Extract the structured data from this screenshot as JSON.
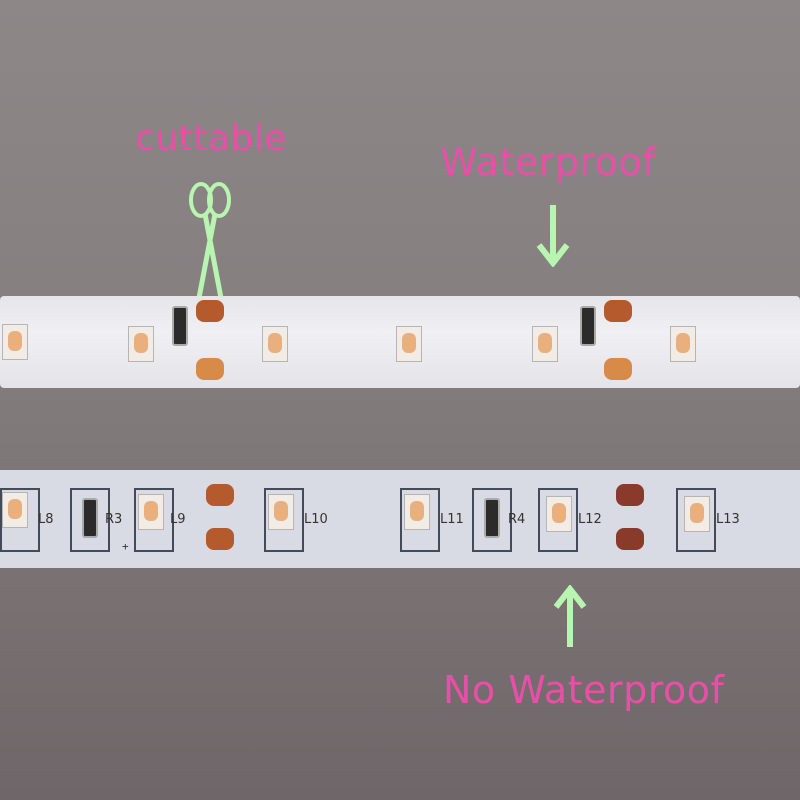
{
  "annotations": {
    "cuttable": "cuttable",
    "waterproof": "Waterproof",
    "no_waterproof": "No Waterproof"
  },
  "icons": {
    "scissors": "scissors-icon",
    "arrow_down": "arrow-down-icon",
    "arrow_up": "arrow-up-icon"
  },
  "colors": {
    "label_pink": "#e84fa8",
    "icon_green": "#b8f5b0",
    "background": "#857f80"
  },
  "strip_bottom": {
    "components": [
      "L8",
      "R3",
      "L9",
      "L10",
      "L11",
      "R4",
      "L12",
      "L13"
    ]
  }
}
